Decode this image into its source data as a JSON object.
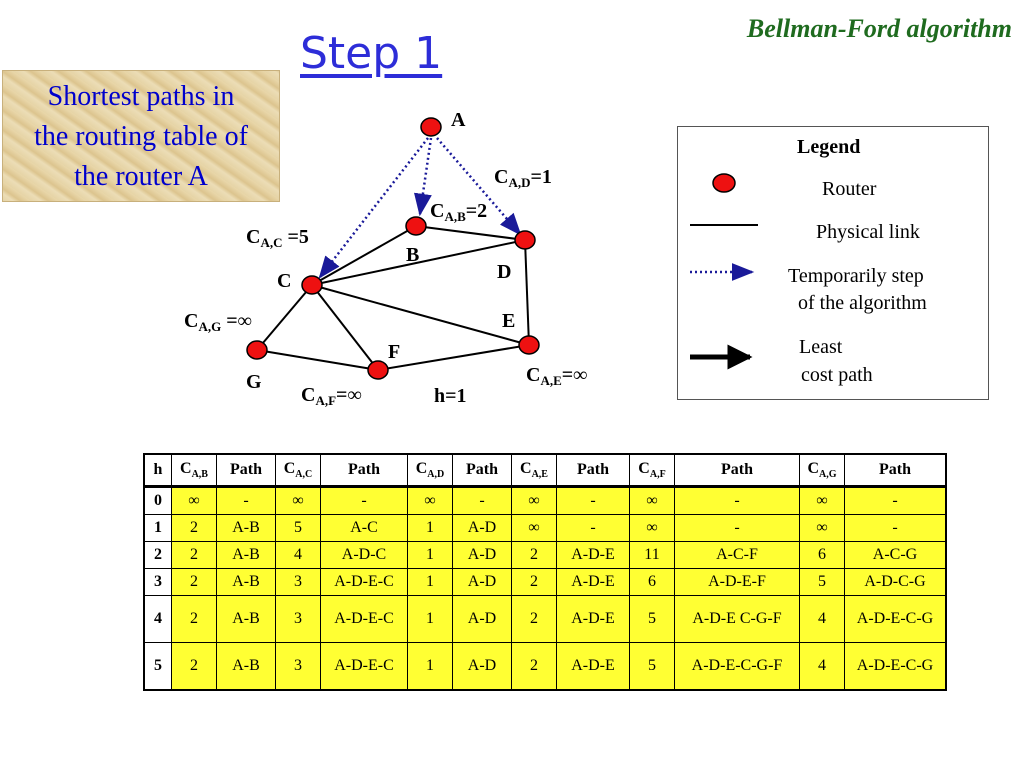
{
  "header": {
    "title": "Bellman-Ford algorithm",
    "step": "Step 1"
  },
  "info": {
    "line1": "Shortest paths in",
    "line2": "the routing table of",
    "line3": "the router A"
  },
  "nodes": {
    "A": "A",
    "B": "B",
    "C": "C",
    "D": "D",
    "E": "E",
    "F": "F",
    "G": "G"
  },
  "costs": {
    "cad": {
      "c": "C",
      "sub": "A,D",
      "rest": "=1"
    },
    "cab": {
      "c": "C",
      "sub": "A,B",
      "rest": "=2"
    },
    "cac": {
      "c": "C",
      "sub": "A,C",
      "rest": " =5"
    },
    "cag": {
      "c": "C",
      "sub": "A,G",
      "rest": " =∞"
    },
    "cae": {
      "c": "C",
      "sub": "A,E",
      "rest": "=∞"
    },
    "caf": {
      "c": "C",
      "sub": "A,F",
      "rest": "=∞"
    },
    "h": "h=1"
  },
  "legend": {
    "title": "Legend",
    "router": "Router",
    "physical": "Physical link",
    "temp1": "Temporarily step",
    "temp2": "of the algorithm",
    "least1": "Least",
    "least2": "cost path"
  },
  "colors": {
    "node": "#ee1111",
    "dotted": "#1a1a99",
    "table_fill": "#ffff33",
    "step_title": "#2d2dd8",
    "info_text": "#0000cc",
    "header": "#1f6b1f"
  },
  "table": {
    "headers": [
      {
        "t": "h"
      },
      {
        "c": "C",
        "sub": "A,B"
      },
      {
        "t": "Path"
      },
      {
        "c": "C",
        "sub": "A,C"
      },
      {
        "t": "Path"
      },
      {
        "c": "C",
        "sub": "A,D"
      },
      {
        "t": "Path"
      },
      {
        "c": "C",
        "sub": "A,E"
      },
      {
        "t": "Path"
      },
      {
        "c": "C",
        "sub": "A,F"
      },
      {
        "t": "Path"
      },
      {
        "c": "C",
        "sub": "A,G"
      },
      {
        "t": "Path"
      }
    ],
    "rows": [
      [
        "0",
        "∞",
        "-",
        "∞",
        "-",
        "∞",
        "-",
        "∞",
        "-",
        "∞",
        "-",
        "∞",
        "-"
      ],
      [
        "1",
        "2",
        "A-B",
        "5",
        "A-C",
        "1",
        "A-D",
        "∞",
        "-",
        "∞",
        "-",
        "∞",
        "-"
      ],
      [
        "2",
        "2",
        "A-B",
        "4",
        "A-D-C",
        "1",
        "A-D",
        "2",
        "A-D-E",
        "11",
        "A-C-F",
        "6",
        "A-C-G"
      ],
      [
        "3",
        "2",
        "A-B",
        "3",
        "A-D-E-C",
        "1",
        "A-D",
        "2",
        "A-D-E",
        "6",
        "A-D-E-F",
        "5",
        "A-D-C-G"
      ],
      [
        "4",
        "2",
        "A-B",
        "3",
        "A-D-E-C",
        "1",
        "A-D",
        "2",
        "A-D-E",
        "5",
        "A-D-E C-G-F",
        "4",
        "A-D-E-C-G"
      ],
      [
        "5",
        "2",
        "A-B",
        "3",
        "A-D-E-C",
        "1",
        "A-D",
        "2",
        "A-D-E",
        "5",
        "A-D-E-C-G-F",
        "4",
        "A-D-E-C-G"
      ]
    ]
  }
}
